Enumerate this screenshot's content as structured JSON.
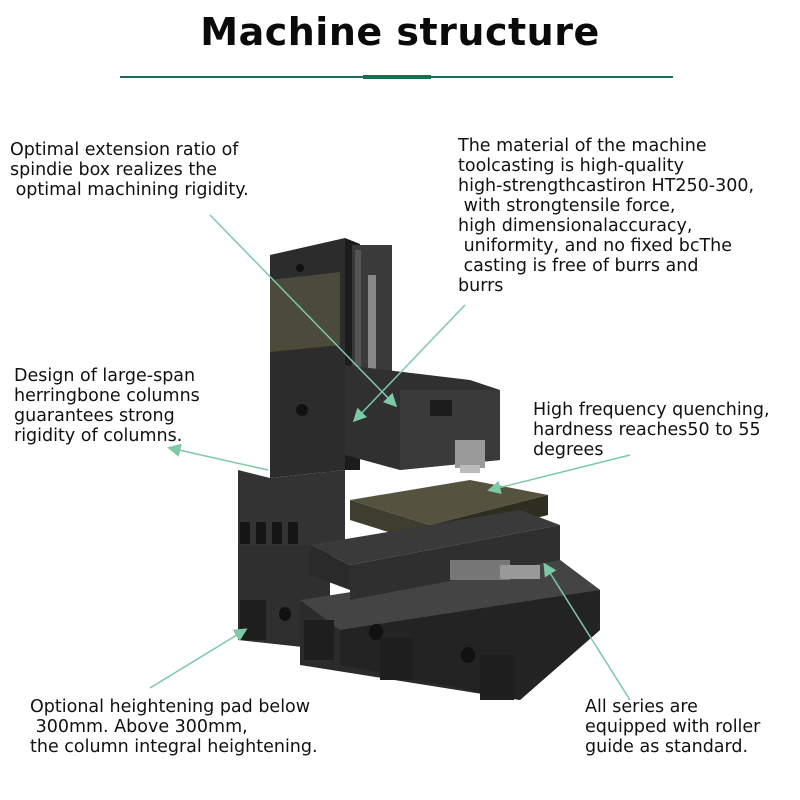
{
  "title": "Machine  structure",
  "annotations": {
    "spindle_box": "Optimal extension ratio of\nspindie box realizes the\n optimal machining rigidity.",
    "casting_material": "The material of the machine\ntoolcasting is high-quality\nhigh-strengthcastiron HT250-300,\n with strongtensile force,\nhigh dimensionalaccuracy,\n uniformity, and no fixed bcThe\n casting is free of burrs and\nburrs",
    "herringbone_columns": "Design of large-span\nherringbone columns\nguarantees strong\nrigidity of columns.",
    "quenching": "High frequency quenching,\nhardness reaches50 to 55\ndegrees",
    "heightening_pad": "Optional heightening pad below\n 300mm. Above 300mm,\nthe column integral heightening.",
    "roller_guide": "All series are\nequipped with roller\nguide as standard."
  },
  "colors": {
    "accent": "#1b6e4e",
    "arrow": "#7cc9a6",
    "machine_dark": "#2a2a2a",
    "machine_mid": "#3b3b3b",
    "table_olive": "#4a4a3a"
  }
}
